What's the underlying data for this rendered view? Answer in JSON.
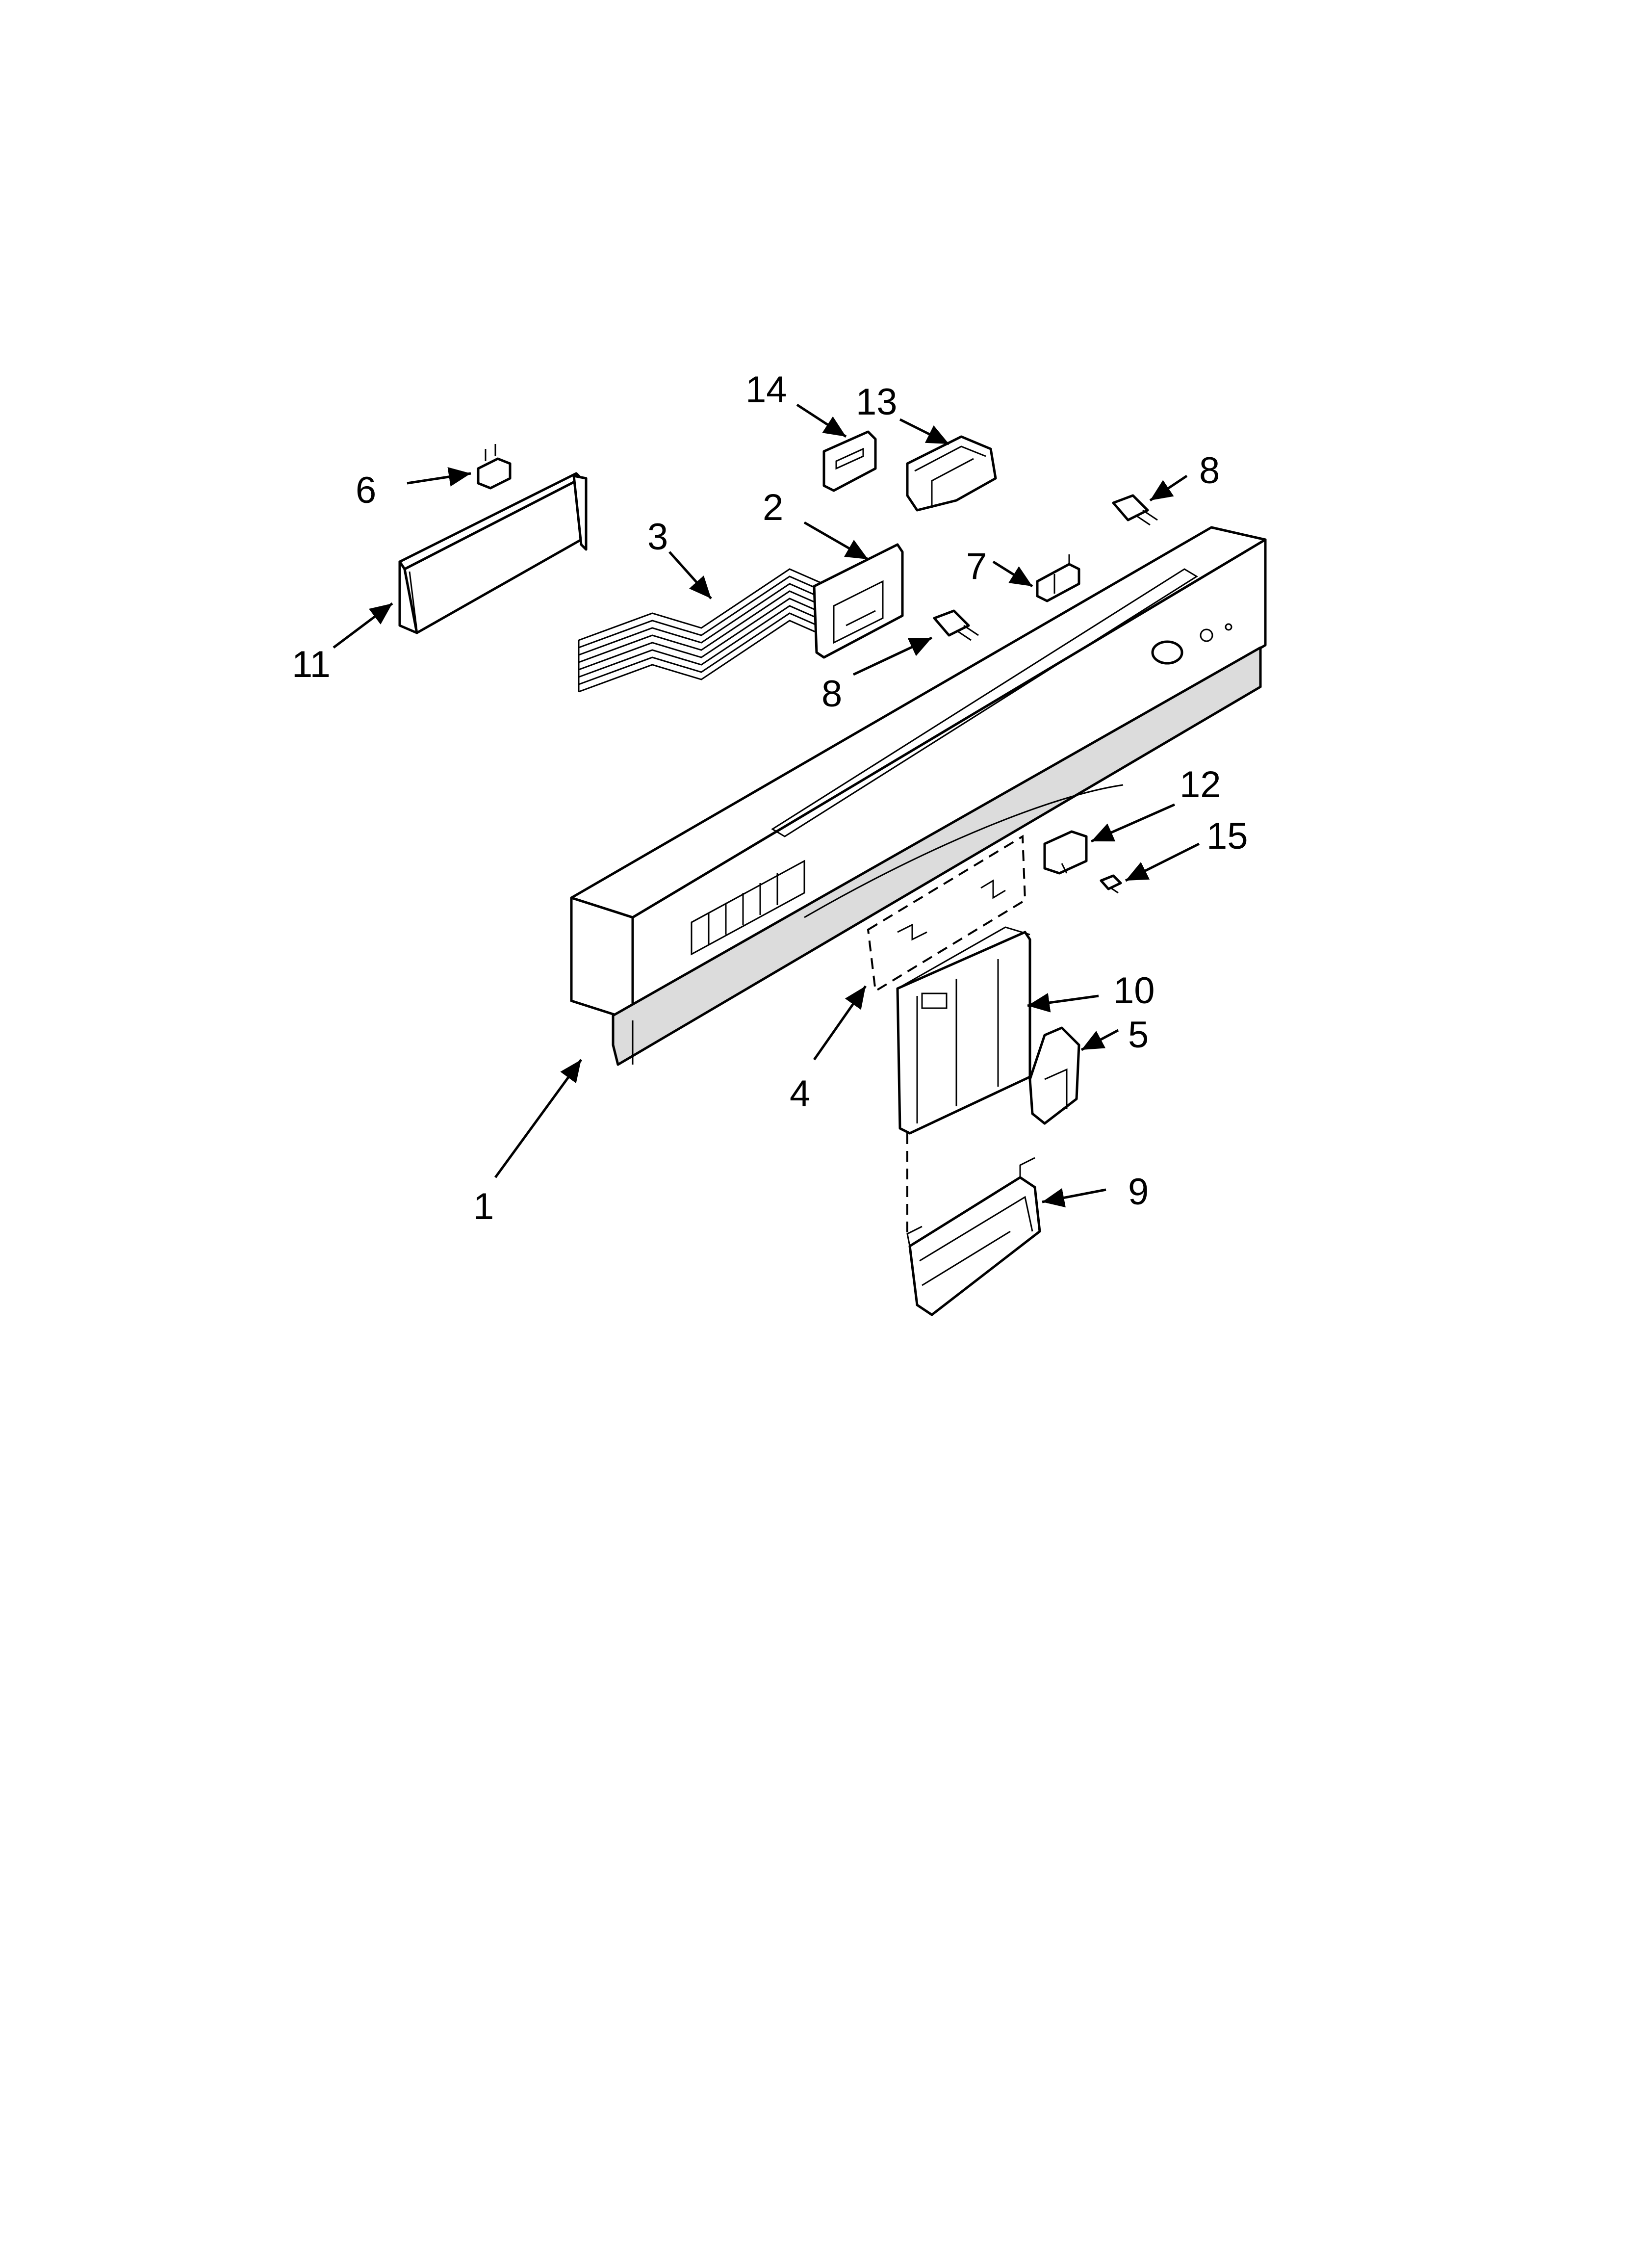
{
  "diagram": {
    "callouts": [
      {
        "id": "c1",
        "label": "1"
      },
      {
        "id": "c2",
        "label": "2"
      },
      {
        "id": "c3",
        "label": "3"
      },
      {
        "id": "c4",
        "label": "4"
      },
      {
        "id": "c5",
        "label": "5"
      },
      {
        "id": "c6",
        "label": "6"
      },
      {
        "id": "c7",
        "label": "7"
      },
      {
        "id": "c8a",
        "label": "8"
      },
      {
        "id": "c8b",
        "label": "8"
      },
      {
        "id": "c9",
        "label": "9"
      },
      {
        "id": "c10",
        "label": "10"
      },
      {
        "id": "c11",
        "label": "11"
      },
      {
        "id": "c12",
        "label": "12"
      },
      {
        "id": "c13",
        "label": "13"
      },
      {
        "id": "c14",
        "label": "14"
      },
      {
        "id": "c15",
        "label": "15"
      }
    ]
  }
}
